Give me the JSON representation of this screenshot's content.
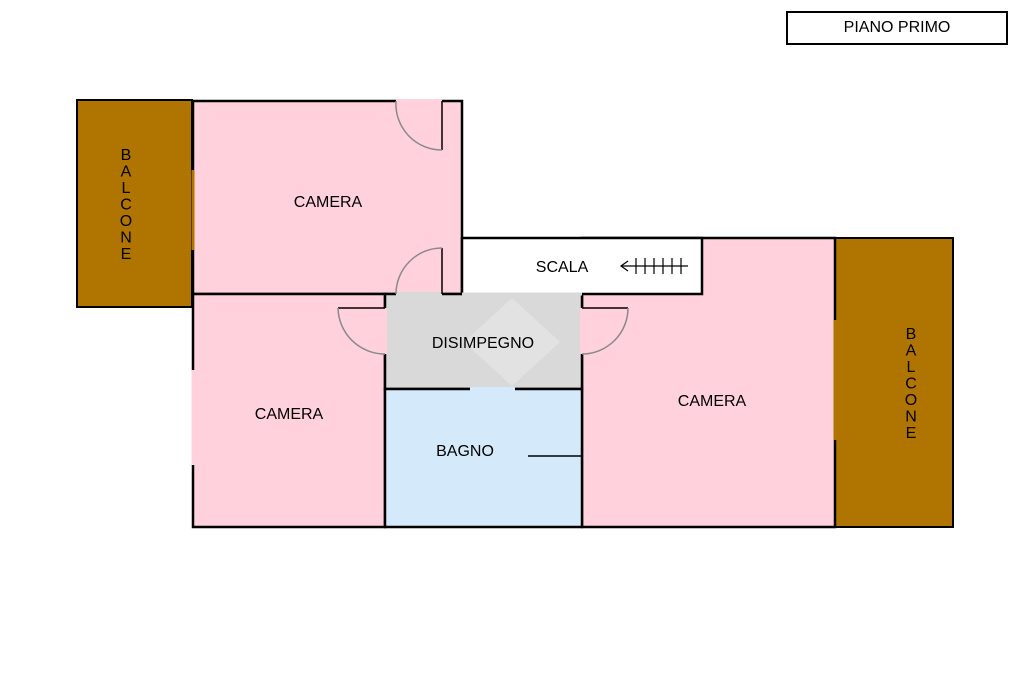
{
  "floor_label": "PIANO PRIMO",
  "rooms": {
    "camera_top": "CAMERA",
    "camera_bottom_left": "CAMERA",
    "camera_right": "CAMERA",
    "disimpegno": "DISIMPEGNO",
    "bagno": "BAGNO",
    "scala": "SCALA"
  },
  "balconies": {
    "left": [
      "B",
      "A",
      "L",
      "C",
      "O",
      "N",
      "E"
    ],
    "right": [
      "B",
      "A",
      "L",
      "C",
      "O",
      "N",
      "E"
    ]
  },
  "colors": {
    "camera": "#FFD1DC",
    "balcone": "#B07400",
    "disimpegno": "#D9D9D9",
    "bagno": "#D4EAFB",
    "scala": "#FFFFFF",
    "wall": "#000000"
  }
}
